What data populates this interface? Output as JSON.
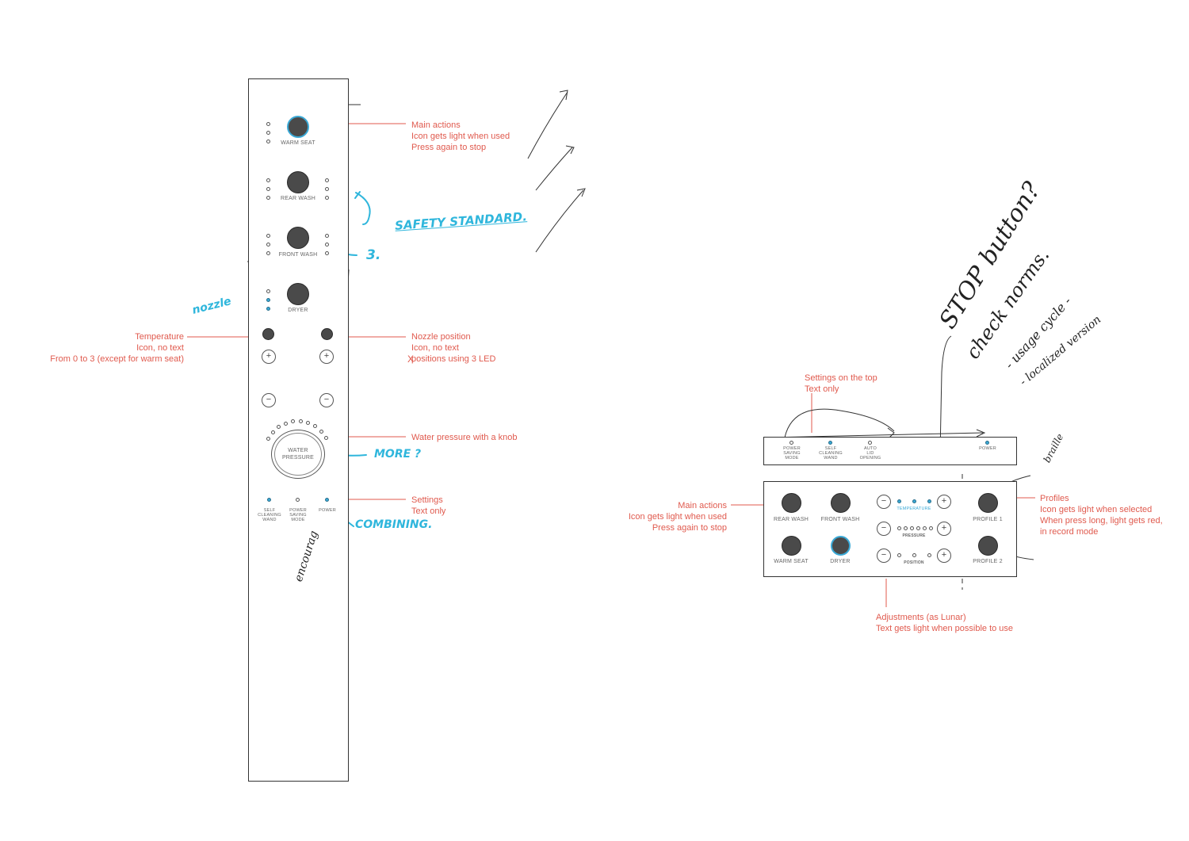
{
  "vertical_panel": {
    "buttons": [
      {
        "label": "WARM SEAT"
      },
      {
        "label": "REAR WASH"
      },
      {
        "label": "FRONT WASH"
      },
      {
        "label": "DRYER"
      }
    ],
    "plus": "+",
    "minus": "−",
    "knob_label": "WATER\nPRESSURE",
    "settings": [
      {
        "label": "SELF\nCLEANING\nWAND"
      },
      {
        "label": "POWER\nSAVING\nMODE"
      },
      {
        "label": "POWER"
      }
    ]
  },
  "annotations_left": {
    "main_actions": "Main actions\nIcon gets light when used\nPress again to stop",
    "temperature": "Temperature\nIcon, no text\nFrom 0 to 3 (except for warm seat)",
    "nozzle": "Nozzle position\nIcon, no text\npositions using 3 LED",
    "nozzle_strike": "X",
    "water_pressure": "Water pressure with a knob",
    "settings": "Settings\nText only"
  },
  "handwritten_left": {
    "safety": "SAFETY STANDARD.",
    "three": "3.",
    "nozzle": "nozzle",
    "more": "MORE ?",
    "combining": "COMBINING.",
    "encourage": "encourag"
  },
  "horizontal_top": {
    "items": [
      {
        "label": "POWER\nSAVING\nMODE"
      },
      {
        "label": "SELF\nCLEANING\nWAND"
      },
      {
        "label": "AUTO\nLID\nOPENING"
      }
    ],
    "power": "POWER"
  },
  "horizontal_main": {
    "buttons": [
      {
        "label": "REAR WASH"
      },
      {
        "label": "FRONT WASH"
      },
      {
        "label": "WARM SEAT"
      },
      {
        "label": "DRYER"
      }
    ],
    "adjustments": [
      {
        "label": "TEMPERATURE"
      },
      {
        "label": "PRESSURE"
      },
      {
        "label": "POSITION"
      }
    ],
    "profiles": [
      {
        "label": "PROFILE 1"
      },
      {
        "label": "PROFILE 2"
      }
    ],
    "plus": "+",
    "minus": "−"
  },
  "annotations_right": {
    "settings_top": "Settings on the top\nText only",
    "main_actions": "Main actions\nIcon gets light when used\nPress again to stop",
    "profiles": "Profiles\nIcon gets light when selected\nWhen press long, light gets red,\nin record mode",
    "adjustments": "Adjustments (as Lunar)\nText gets light when possible to use"
  },
  "handwritten_right": {
    "stop_button": "STOP button?",
    "check_norms": "check norms.",
    "usage_cycle": "- usage cycle -",
    "localized": "- localized version",
    "braille": "braille"
  },
  "colors": {
    "annotation": "#e05a4e",
    "handwriting_blue": "#2fb6dc",
    "led_on": "#3aa9d6"
  }
}
